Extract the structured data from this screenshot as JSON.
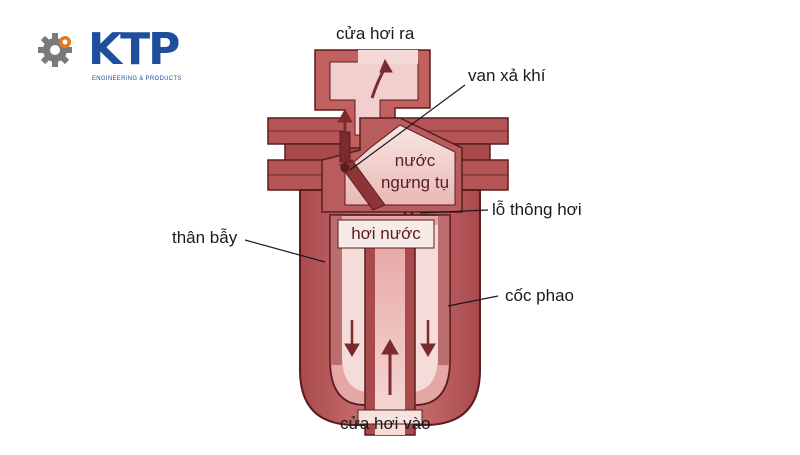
{
  "logo": {
    "letters": "KTP",
    "tagline": "ENGINEERING & PRODUCTS",
    "gear_icon": "gear-icon"
  },
  "labels": {
    "steam_out": "cửa hơi ra",
    "air_vent_valve": "van xả khí",
    "condensate_line1": "nước",
    "condensate_line2": "ngưng tụ",
    "vent_hole": "lỗ thông hơi",
    "lever_body": "thân bẫy",
    "steam": "hơi nước",
    "float_cup": "cốc phao",
    "steam_in": "cửa hơi vào"
  },
  "colors": {
    "body_fill": "#c96a6c",
    "body_dark": "#9a3e41",
    "inner_light": "#f4dcd9",
    "outline": "#5b1c1e",
    "logo_blue": "#1f4f9c",
    "gear_orange": "#e07a22"
  }
}
